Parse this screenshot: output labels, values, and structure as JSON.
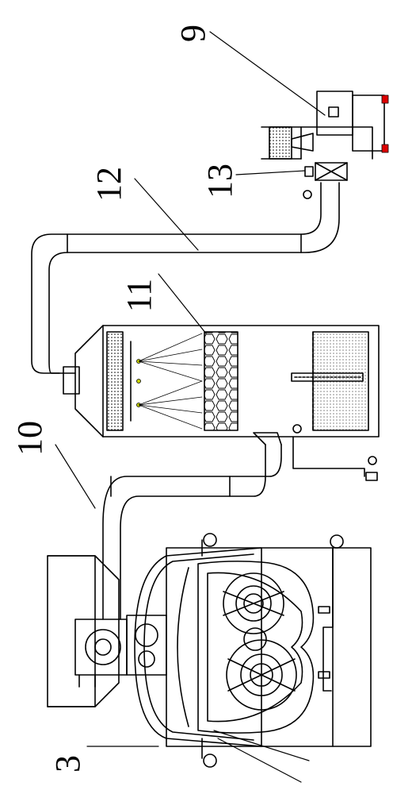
{
  "diagram": {
    "reference_numerals": {
      "n9": "9",
      "n13": "13",
      "n12": "12",
      "n11": "11",
      "n10": "10",
      "n3": "3"
    },
    "colors": {
      "line": "#000000",
      "background": "#ffffff",
      "accent_spray": "#c8d400"
    }
  }
}
